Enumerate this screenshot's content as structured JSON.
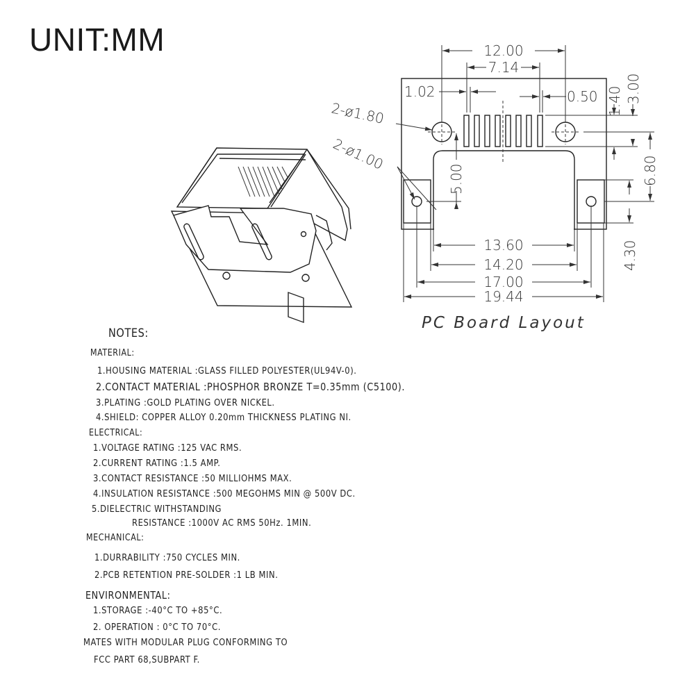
{
  "unit_label": "UNIT:MM",
  "pcb": {
    "title": "PC Board Layout",
    "dims": {
      "d12_00": "12.00",
      "d7_14": "7.14",
      "d1_02": "1.02",
      "d0_50": "0.50",
      "d1_40": "1.40",
      "d3_00": "3.00",
      "d6_80": "6.80",
      "d5_00": "5.00",
      "d4_30": "4.30",
      "d13_60": "13.60",
      "d14_20": "14.20",
      "d17_00": "17.00",
      "d19_44": "19.44",
      "hole_large": "2-ø1.80",
      "hole_small": "2-ø1.00"
    }
  },
  "notes": {
    "title": "NOTES:",
    "material": "MATERIAL:",
    "m1": "1.HOUSING MATERIAL :GLASS FILLED POLYESTER(UL94V-0).",
    "m2": "2.CONTACT MATERIAL  :PHOSPHOR BRONZE T=0.35mm (C5100).",
    "m3": "3.PLATING :GOLD PLATING OVER NICKEL.",
    "m4": "4.SHIELD: COPPER ALLOY 0.20mm THICKNESS PLATING NI.",
    "electrical": "ELECTRICAL:",
    "e1": "1.VOLTAGE RATING :125 VAC RMS.",
    "e2": "2.CURRENT RATING :1.5 AMP.",
    "e3": "3.CONTACT RESISTANCE :50 MILLIOHMS MAX.",
    "e4": "4.INSULATION RESISTANCE :500 MEGOHMS MIN @ 500V DC.",
    "e5": "5.DIELECTRIC WITHSTANDING",
    "e5b": "RESISTANCE :1000V AC RMS 50Hz. 1MIN.",
    "mechanical": "MECHANICAL:",
    "me1": "1.DURRABILITY :750 CYCLES MIN.",
    "me2": "2.PCB RETENTION PRE-SOLDER :1 LB MIN.",
    "environmental": "ENVIRONMENTAL:",
    "en1": "1.STORAGE :-40°C TO +85°C.",
    "en2": "2. OPERATION : 0°C TO 70°C.",
    "mates1": "MATES WITH MODULAR PLUG CONFORMING TO",
    "mates2": "FCC PART 68,SUBPART F."
  }
}
